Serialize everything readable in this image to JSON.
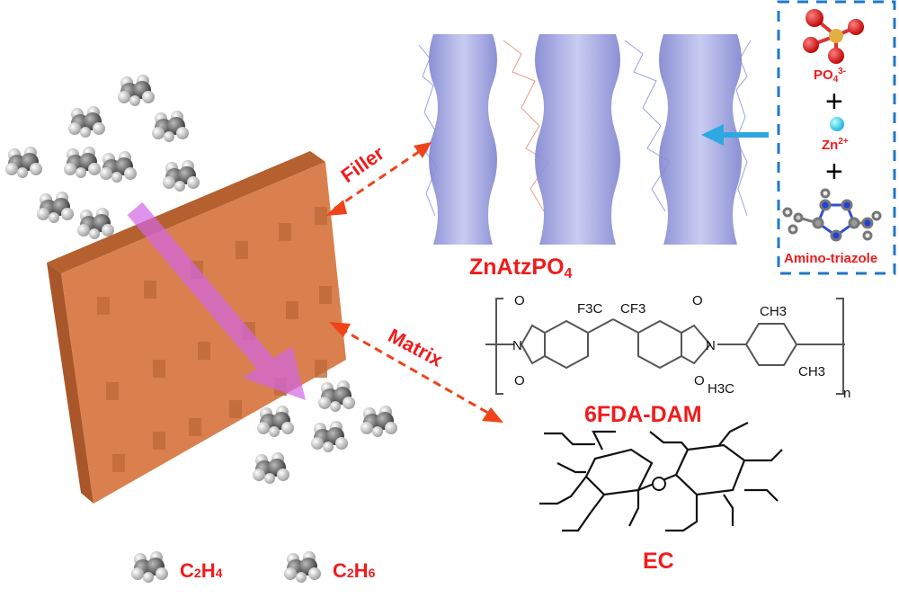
{
  "labels": {
    "filler": "Filler",
    "matrix": "Matrix",
    "mof": "ZnAtzPO",
    "mof_sub": "4",
    "po4": "PO",
    "po4_sub": "4",
    "po4_sup": "3-",
    "zn": "Zn",
    "zn_sup": "2+",
    "plus": "+",
    "amino": "Amino-triazole",
    "polymer": "6FDA-DAM",
    "ec": "EC"
  },
  "legend": [
    {
      "c": "C",
      "n1": "2",
      "h": "H",
      "n2": "4"
    },
    {
      "c": "C",
      "n1": "2",
      "h": "H",
      "n2": "6"
    }
  ],
  "structure": {
    "o": "O",
    "n": "N",
    "f3c": "F3C",
    "cf3": "CF3",
    "ch3": "CH3",
    "h3c": "H3C",
    "repeat": "n"
  },
  "colors": {
    "membrane": "#d9804e",
    "accent_red": "#f21b1b",
    "arrow_blue": "#2ea8e0",
    "box_blue": "#1f77c8",
    "pore": "#9a9ee0"
  }
}
